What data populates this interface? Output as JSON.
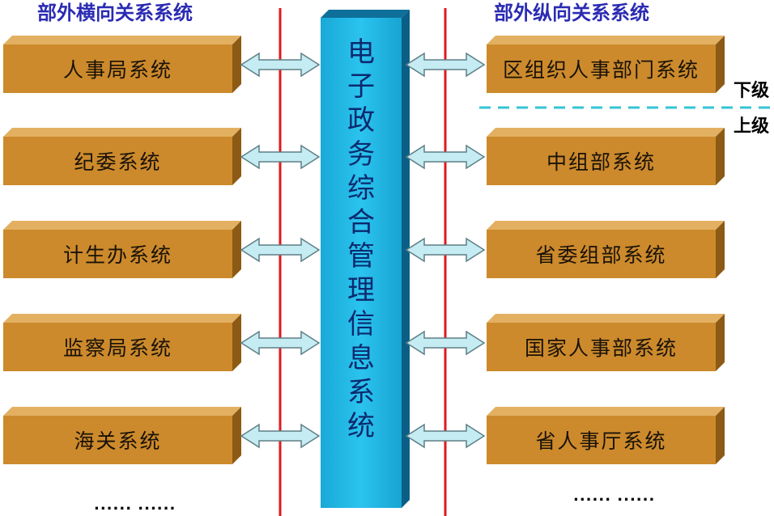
{
  "headers": {
    "left": "部外横向关系系统",
    "right": "部外纵向关系系统"
  },
  "center_system": "电子政务综合管理信息系统",
  "left_boxes": [
    "人事局系统",
    "纪委系统",
    "计生办系统",
    "监察局系统",
    "海关系统"
  ],
  "right_boxes": [
    "区组织人事部门系统",
    "中组部系统",
    "省委组部系统",
    "国家人事部系统",
    "省人事厅系统"
  ],
  "level_labels": {
    "lower": "下级",
    "upper": "上级"
  },
  "ellipsis": {
    "left": "...... ......",
    "right": "...... ......"
  },
  "colors": {
    "box_front": "#cc8a2c",
    "box_top": "#e3b062",
    "box_side": "#8c5a14",
    "pillar": "#1db8e6",
    "red_line": "#e0191e",
    "arrow": "#c4ecf2",
    "divider": "#34c4d6",
    "header_text": "#2b2bb3"
  }
}
